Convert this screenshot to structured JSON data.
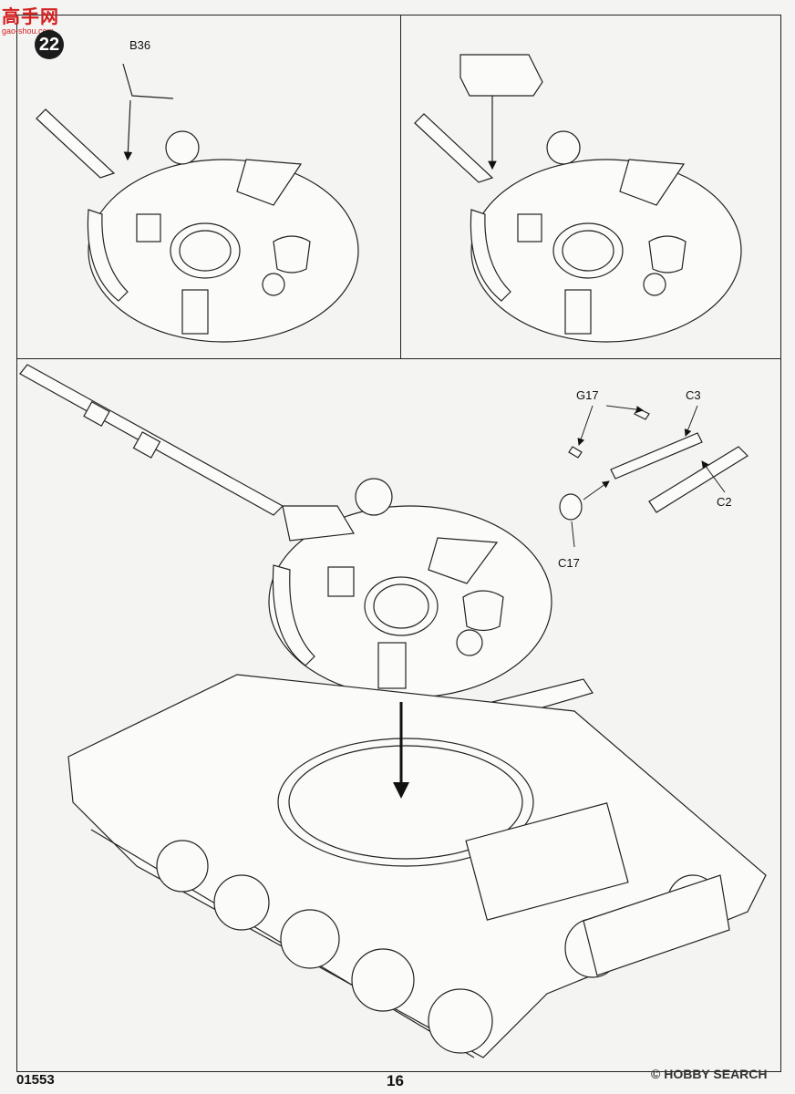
{
  "header": {
    "logo_text": "高手网",
    "logo_url": "gao-shou.com",
    "step_number": "22"
  },
  "labels": {
    "b36": "B36",
    "g17": "G17",
    "c3": "C3",
    "c2": "C2",
    "c17": "C17"
  },
  "footer": {
    "product_code": "01553",
    "page_number": "16",
    "watermark": "© HOBBY SEARCH"
  }
}
